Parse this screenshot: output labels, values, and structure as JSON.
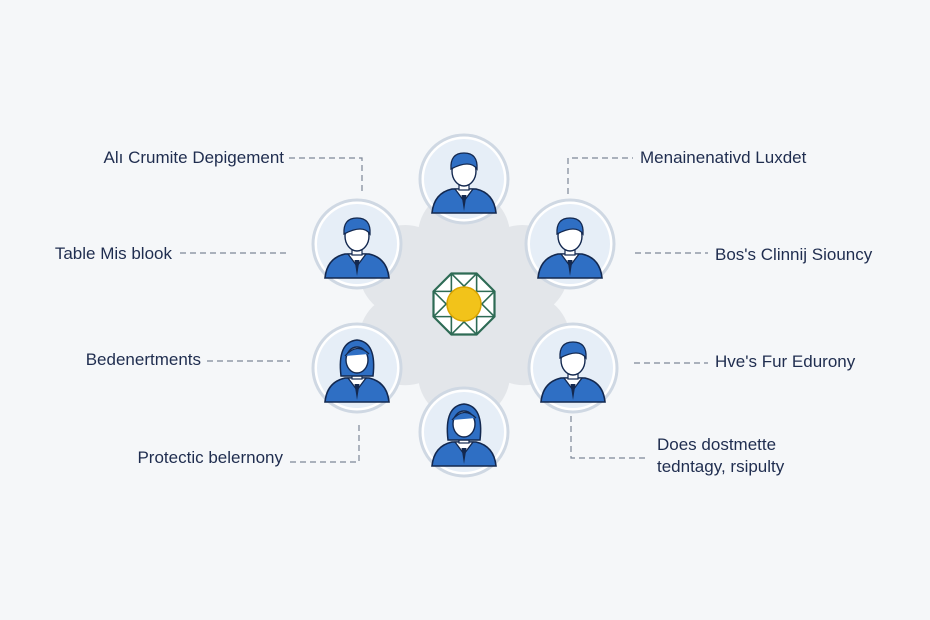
{
  "colors": {
    "background": "#f5f7f9",
    "hub": "#e3e6ea",
    "node_ring": "#cfd8e3",
    "node_fill": "#e6eef7",
    "person_blue": "#2f6fc4",
    "outline_navy": "#13284f",
    "center_gold": "#f2c31a",
    "center_green": "#2e6b55",
    "connector": "#7d8797"
  },
  "center": {
    "icon": "sun-star-icon"
  },
  "nodes": [
    {
      "id": "top",
      "icon": "person-man-icon"
    },
    {
      "id": "upper-left",
      "icon": "person-man-icon"
    },
    {
      "id": "upper-right",
      "icon": "person-man-icon"
    },
    {
      "id": "lower-left",
      "icon": "person-woman-icon"
    },
    {
      "id": "lower-right",
      "icon": "person-man-icon"
    },
    {
      "id": "bottom",
      "icon": "person-woman-icon"
    }
  ],
  "labels": {
    "top_left": "Alı Crumite Depigement",
    "mid_left": "Table Mis blook",
    "lower_left": "Bedenertments",
    "bottom_left": "Protectic belernony",
    "top_right": "Menainenativd Luxdet",
    "mid_right": "Bos's Clinnij Siouncy",
    "lower_right": "Hve's Fur Edurony",
    "bottom_right_1": "Does dostmette",
    "bottom_right_2": "tedntagy, rsipulty"
  }
}
